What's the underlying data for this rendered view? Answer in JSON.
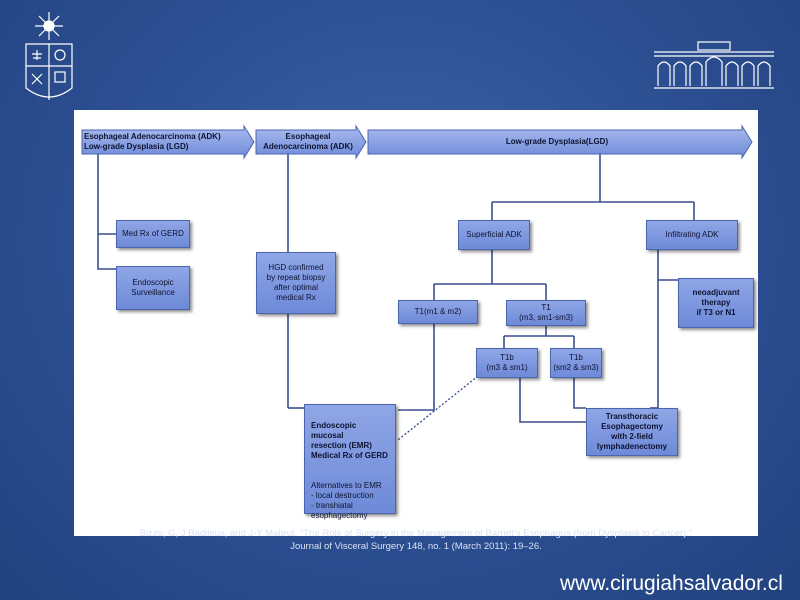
{
  "header_arrows": {
    "adk_lgd": "Esophageal Adenocarcinoma (ADK)\nLow-grade Dysplasia (LGD)",
    "adk": "Esophageal\nAdenocarcinoma (ADK)",
    "lgd": "Low-grade Dysplasia(LGD)"
  },
  "boxes": {
    "med_rx_gerd": "Med Rx of GERD",
    "endoscopic_surveillance": "Endoscopic\nSurveillance",
    "hgd_confirmed": "HGD confirmed\nby repeat biopsy\nafter optimal\nmedical Rx",
    "superficial_adk": "Superficial ADK",
    "infiltrating_adk": "Infiltrating ADK",
    "t1_m1m2": "T1(m1 & m2)",
    "t1_m3": "T1\n(m3, sm1-sm3)",
    "t1b_m3sm1": "T1b\n(m3 & sm1)",
    "t1b_sm2sm3": "T1b\n(sm2 & sm3)",
    "neoadjuvant": "neoadjuvant\ntherapy\nif  T3 or N1",
    "transthoracic": "Transthoracic\nEsophagectomy\nwith 2-field\nlymphadenectomy",
    "emr_title": "Endoscopic mucosal\nresection (EMR)\nMedical Rx of GERD",
    "emr_alternatives": "Alternatives to EMR\n-  local destruction\n-  transhiatal\n   esophagectomy"
  },
  "citation": {
    "line1": "Bizzo, G, J Badileux, and J-Y Mabrut. \"The Role of Surgery in the Management of Barrett's Esophagus (from Dysplasia to Cancer).\"",
    "line2": "Journal of Visceral Surgery 148, no. 1 (March 2011): 19–26."
  },
  "website": "www.cirugiahsalvador.cl",
  "colors": {
    "background": "#2c4f92",
    "box_fill": "#7f98df",
    "box_border": "#4a64b0",
    "connector": "#3a4f8f"
  }
}
